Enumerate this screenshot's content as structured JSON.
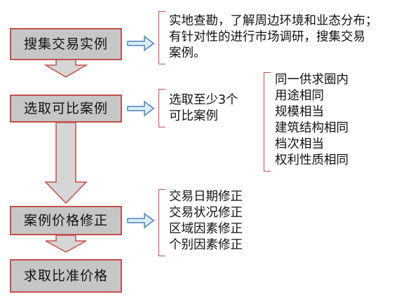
{
  "steps": [
    {
      "label": "搜集交易实例"
    },
    {
      "label": "选取可比案例"
    },
    {
      "label": "案例价格修正"
    },
    {
      "label": "求取比准价格"
    }
  ],
  "notes": {
    "step1": [
      "实地查勘，了解周边环境和业态分布；",
      "有针对性的进行市场调研，搜集交易",
      "案例。"
    ],
    "step2": [
      "选取至少3个",
      "可比案例"
    ],
    "step2_criteria": [
      "同一供求圈内",
      "用途相同",
      "规模相当",
      "建筑结构相同",
      "档次相当",
      "权利性质相同"
    ],
    "step3": [
      "交易日期修正",
      "交易状况修正",
      "区域因素修正",
      "个别因素修正"
    ]
  },
  "colors": {
    "box_fill": "#c6c6c6",
    "box_border": "#c0504d",
    "arrow_fill": "#d6d6d6",
    "arrow_stroke": "#c0504d",
    "right_arrow_fill": "#dbeef4",
    "right_arrow_stroke": "#4f81bd"
  }
}
